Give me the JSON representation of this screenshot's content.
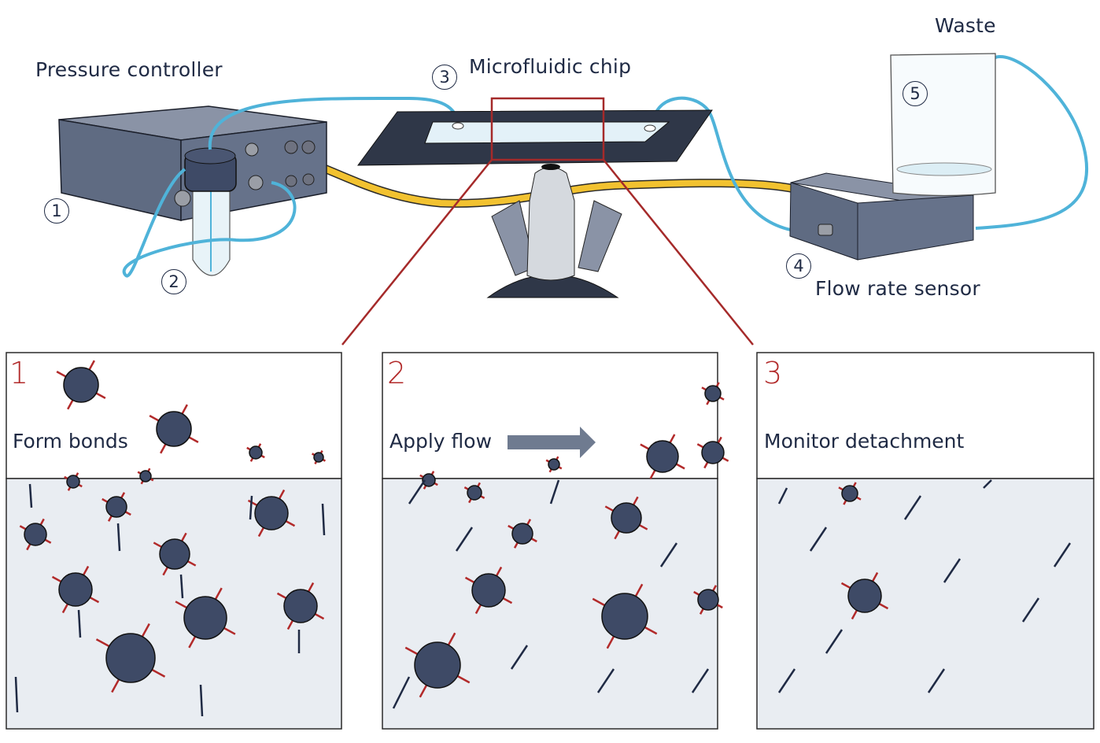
{
  "setup": {
    "components": [
      {
        "number": "1",
        "label": "Pressure controller"
      },
      {
        "number": "2",
        "label": ""
      },
      {
        "number": "3",
        "label": "Microfluidic chip"
      },
      {
        "number": "4",
        "label": "Flow rate sensor"
      },
      {
        "number": "5",
        "label": "Waste"
      }
    ]
  },
  "panels": [
    {
      "step": "1",
      "label": "Form bonds"
    },
    {
      "step": "2",
      "label": "Apply flow"
    },
    {
      "step": "3",
      "label": "Monitor detachment"
    }
  ],
  "colors": {
    "text": "#1f2a44",
    "tubing_liquid": "#4fb3d9",
    "tubing_air": "#f2c230",
    "device_body": "#5f6b82",
    "bead": "#3e4a66",
    "bond": "#b22a2a",
    "zoom_box": "#a52a2a",
    "surface": "#e9edf2",
    "arrow": "#6f7b90"
  }
}
